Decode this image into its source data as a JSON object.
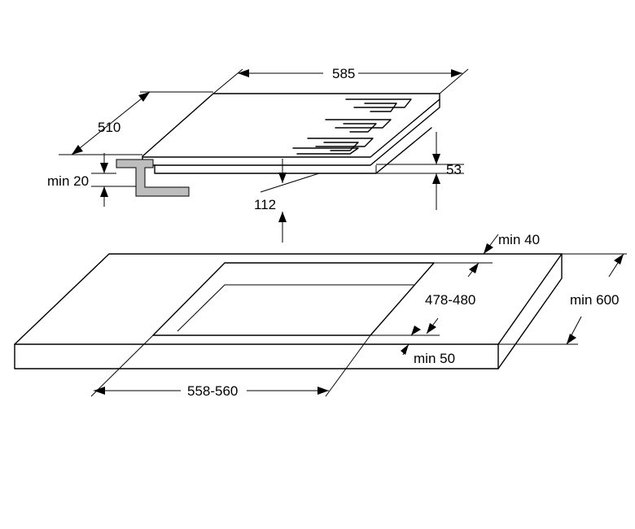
{
  "dimensions": {
    "width": "585",
    "depth": "510",
    "min_edge": "min 20",
    "total_height": "112",
    "top_height": "53",
    "min_back": "min 40",
    "cutout_depth": "478-480",
    "counter_depth": "min 600",
    "min_front": "min 50",
    "cutout_width": "558-560"
  },
  "colors": {
    "line": "#000000",
    "bracket": "#bdbdbd",
    "background": "#ffffff"
  }
}
